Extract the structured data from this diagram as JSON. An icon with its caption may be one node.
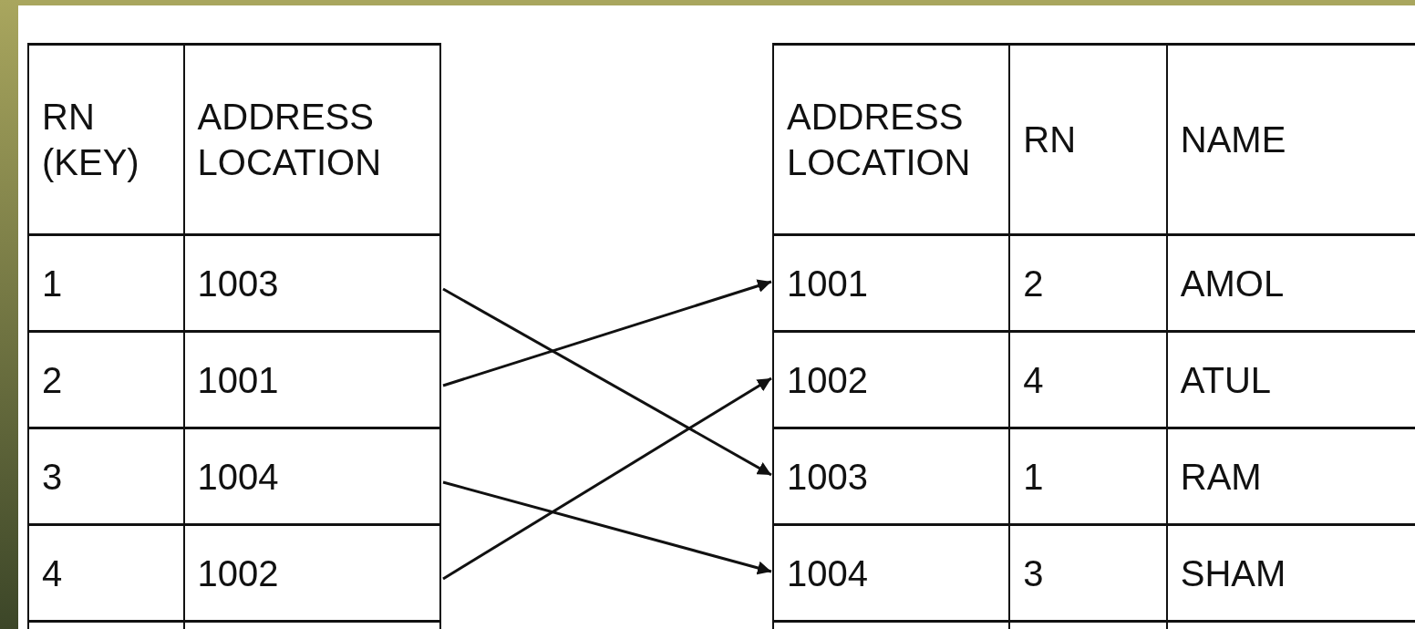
{
  "diagram": {
    "nodes": [
      {
        "text": [
          "RN (KEY)",
          "ADDRESS LOCATION"
        ]
      },
      {
        "text": [
          "1",
          "1003"
        ]
      },
      {
        "text": [
          "2",
          "1001"
        ]
      },
      {
        "text": [
          "3",
          "1004"
        ]
      },
      {
        "text": [
          "4",
          "1002"
        ]
      },
      {
        "text": [
          "ADDRESS LOCATION",
          "RN",
          "NAME"
        ]
      },
      {
        "text": [
          "1001",
          "2",
          "AMOL"
        ]
      },
      {
        "text": [
          "1002",
          "4",
          "ATUL"
        ]
      },
      {
        "text": [
          "1003",
          "1",
          "RAM"
        ]
      },
      {
        "text": [
          "1004",
          "3",
          "SHAM"
        ]
      }
    ],
    "edges": [
      {
        "from": 1,
        "to": 8,
        "arrow": "to"
      },
      {
        "from": 2,
        "to": 6,
        "arrow": "to"
      },
      {
        "from": 3,
        "to": 9,
        "arrow": "to"
      },
      {
        "from": 4,
        "to": 7,
        "arrow": "to"
      }
    ]
  }
}
